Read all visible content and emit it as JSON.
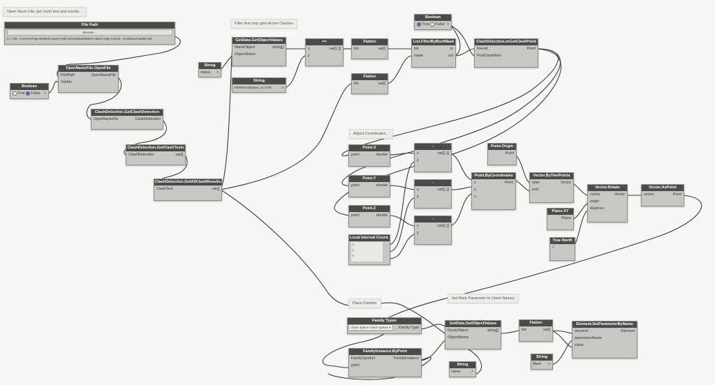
{
  "notes": {
    "open_navis": "Open Navis File, get clash test and results...",
    "filter_active": "Filter that only gets Active Clashes",
    "adjust": "Adjust Coordinates...",
    "place": "Place Familes",
    "set_mark": "Set Mark Parameter to Clash Names"
  },
  "file_path": {
    "title": "File Path",
    "browse": "Browse...",
    "value": "C:\\...\\00 - Current Projects\\West Haven High School\\Navis\\West Haven High School - Combined Model.nwf"
  },
  "boolean1": {
    "title": "Boolean",
    "true_label": "True",
    "false_label": "False",
    "out": ">"
  },
  "open_navis_file": {
    "title": "OpenNavisFile.OpenFile",
    "in1": "FilePath",
    "in2": "Visible",
    "out1": "OpenNavisFile"
  },
  "get_clash_detection": {
    "title": "ClashDetection.GetClashDetection",
    "in1": "OpenNavisFile",
    "out1": "ClashDetection"
  },
  "get_clash_tests": {
    "title": "ClashDetection.GetClashTests",
    "in1": "ClashDetection",
    "out1": "var[]"
  },
  "get_all_clash_results": {
    "title": "ClashDetection.GetAllClashResults",
    "in1": "ClashTest",
    "out1": "var[]"
  },
  "string_status": {
    "title": "String",
    "value": "status",
    "out": ">"
  },
  "get_data1": {
    "title": "GetData.GetObjectValues",
    "in1": "NavisObject",
    "in2": "ObjectName",
    "out1": "string[]"
  },
  "string_active": {
    "title": "String",
    "value": "eTestResultStatus_ACTIVE",
    "out": ">"
  },
  "equals": {
    "title": "==",
    "in1": "x",
    "in2": "y",
    "out1": "var[]..[]"
  },
  "flatten1": {
    "title": "Flatten",
    "in1": "list",
    "out1": "var[]"
  },
  "flatten2": {
    "title": "Flatten",
    "in1": "list",
    "out1": "var[]"
  },
  "filter_bool": {
    "title": "List.FilterByBoolMask",
    "in1": "list",
    "in2": "mask",
    "out1": "in",
    "out2": "out"
  },
  "boolean2": {
    "title": "Boolean",
    "true_label": "True",
    "false_label": "False",
    "out": ">"
  },
  "get_clash_point": {
    "title": "ClashDetection.mGetClashPoint",
    "in1": "Result",
    "in2": "FirstClashItem",
    "out1": "Point"
  },
  "point_x": {
    "title": "Point.X",
    "in1": "point",
    "out1": "double"
  },
  "point_y": {
    "title": "Point.Y",
    "in1": "point",
    "out1": "double"
  },
  "point_z": {
    "title": "Point.Z",
    "in1": "point",
    "out1": "double"
  },
  "local_coord": {
    "title": "Local Internal Coord.",
    "rows": [
      "0.",
      "0.",
      "0."
    ]
  },
  "minus1": {
    "title": "-",
    "in1": "x",
    "in2": "y",
    "out1": "var[]..[]"
  },
  "minus2": {
    "title": "-",
    "in1": "x",
    "in2": "y",
    "out1": "var[]..[]"
  },
  "minus3": {
    "title": "-",
    "in1": "x",
    "in2": "y",
    "out1": "var[]..[]"
  },
  "point_origin": {
    "title": "Point.Origin",
    "out1": "Point"
  },
  "point_by_coords": {
    "title": "Point.ByCoordinates",
    "in1": "x",
    "in2": "y",
    "in3": "z",
    "out1": "Point"
  },
  "vector_two_points": {
    "title": "Vector.ByTwoPoints",
    "in1": "start",
    "in2": "end",
    "out1": "Vector"
  },
  "plane_xy": {
    "title": "Plane.XY",
    "out1": "Plane"
  },
  "true_north": {
    "title": "True North",
    "value": "0"
  },
  "vector_rotate": {
    "title": "Vector.Rotate",
    "in1": "vector",
    "in2": "origin",
    "in3": "degrees",
    "out1": "Vector"
  },
  "vector_as_point": {
    "title": "Vector.AsPoint",
    "in1": "vector",
    "out1": "Point"
  },
  "family_types": {
    "title": "Family Types",
    "selected": "Clash Sphere:Clash Sphere",
    "out1": "Family Type"
  },
  "family_instance": {
    "title": "FamilyInstance.ByPoint",
    "in1": "FamilySymbol",
    "in2": "point",
    "out1": "FamilyInstance"
  },
  "get_data2": {
    "title": "GetData.GetObjectValues",
    "in1": "NavisObject",
    "in2": "ObjectName",
    "out1": "string[]"
  },
  "string_name": {
    "title": "String",
    "value": "name",
    "out": ">"
  },
  "flatten3": {
    "title": "Flatten",
    "in1": "list",
    "out1": "var[]"
  },
  "string_mark": {
    "title": "String",
    "value": "Mark",
    "out": ">"
  },
  "set_param": {
    "title": "Element.SetParameterByName",
    "in1": "element",
    "in2": "parameterName",
    "in3": "value",
    "out1": "Element"
  },
  "lacing": "▫"
}
